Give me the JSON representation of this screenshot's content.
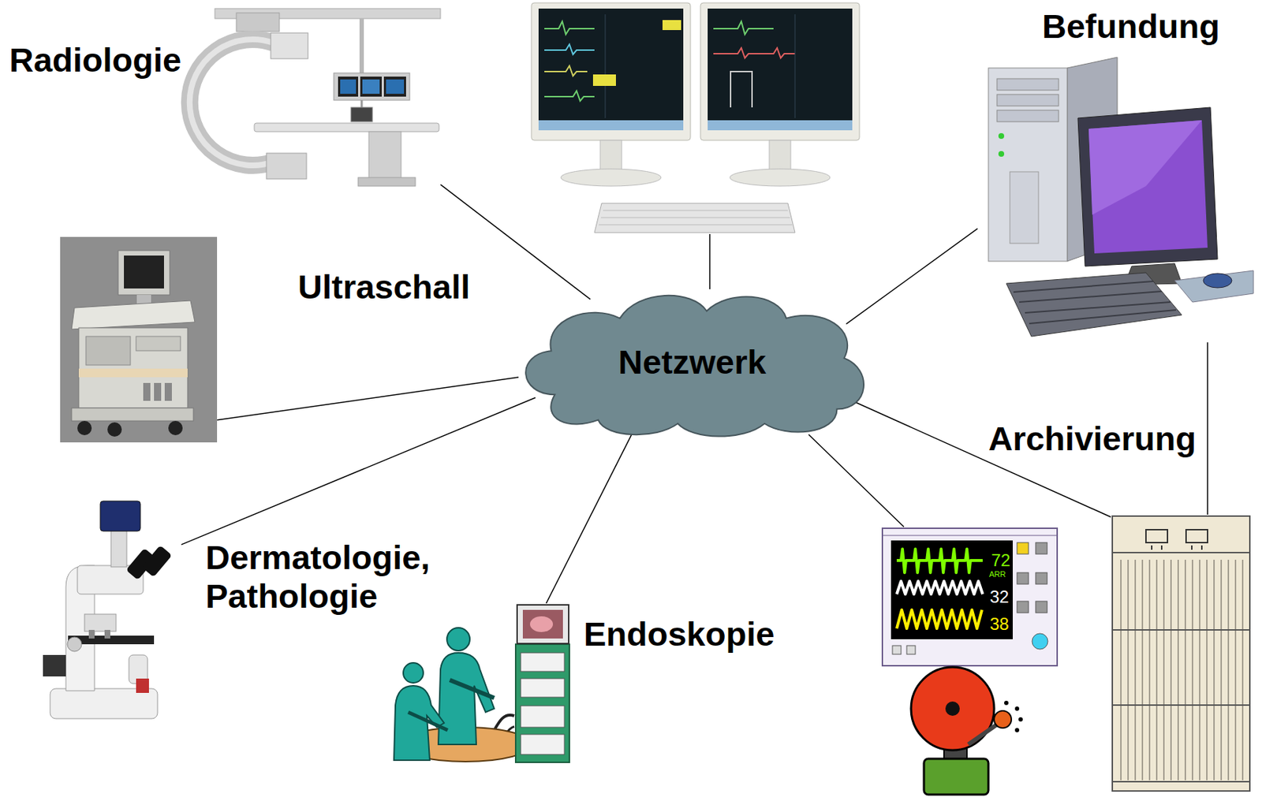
{
  "diagram": {
    "nodes": [
      {
        "text": [
          "Netzwerk"
        ]
      },
      {
        "text": [
          "Radiologie"
        ]
      },
      {
        "text": [
          "Ultraschall"
        ]
      },
      {
        "text": [
          "Dermatologie, Pathologie"
        ]
      },
      {
        "text": [
          "Endoskopie"
        ]
      },
      {
        "text": [
          "Befundung"
        ]
      },
      {
        "text": [
          "Archivierung"
        ]
      }
    ],
    "edges": [
      {
        "from": 0,
        "to": 1,
        "arrow": "none"
      },
      {
        "from": 0,
        "to": 2,
        "arrow": "none"
      },
      {
        "from": 0,
        "to": 3,
        "arrow": "none"
      },
      {
        "from": 0,
        "to": 4,
        "arrow": "none"
      },
      {
        "from": 0,
        "to": 5,
        "arrow": "none"
      },
      {
        "from": 0,
        "to": 6,
        "arrow": "none"
      },
      {
        "from": 5,
        "to": 6,
        "arrow": "none"
      }
    ],
    "labels": [
      "72",
      "ARR",
      "32",
      "38"
    ]
  }
}
